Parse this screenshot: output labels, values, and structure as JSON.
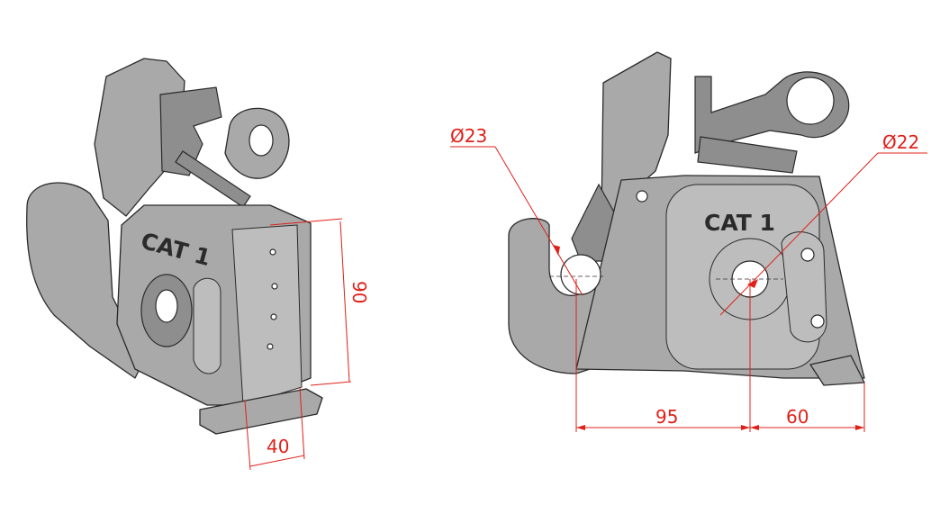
{
  "left_view": {
    "label": "CAT 1",
    "dimensions": {
      "height": "90",
      "width": "40"
    }
  },
  "right_view": {
    "label": "CAT 1",
    "dimensions": {
      "hook_diameter": "Ø23",
      "pin_diameter": "Ø22",
      "hook_to_pin": "95",
      "pin_to_edge": "60"
    }
  },
  "colors": {
    "dimension": "#e0201a",
    "part": "#a9a9a9"
  }
}
